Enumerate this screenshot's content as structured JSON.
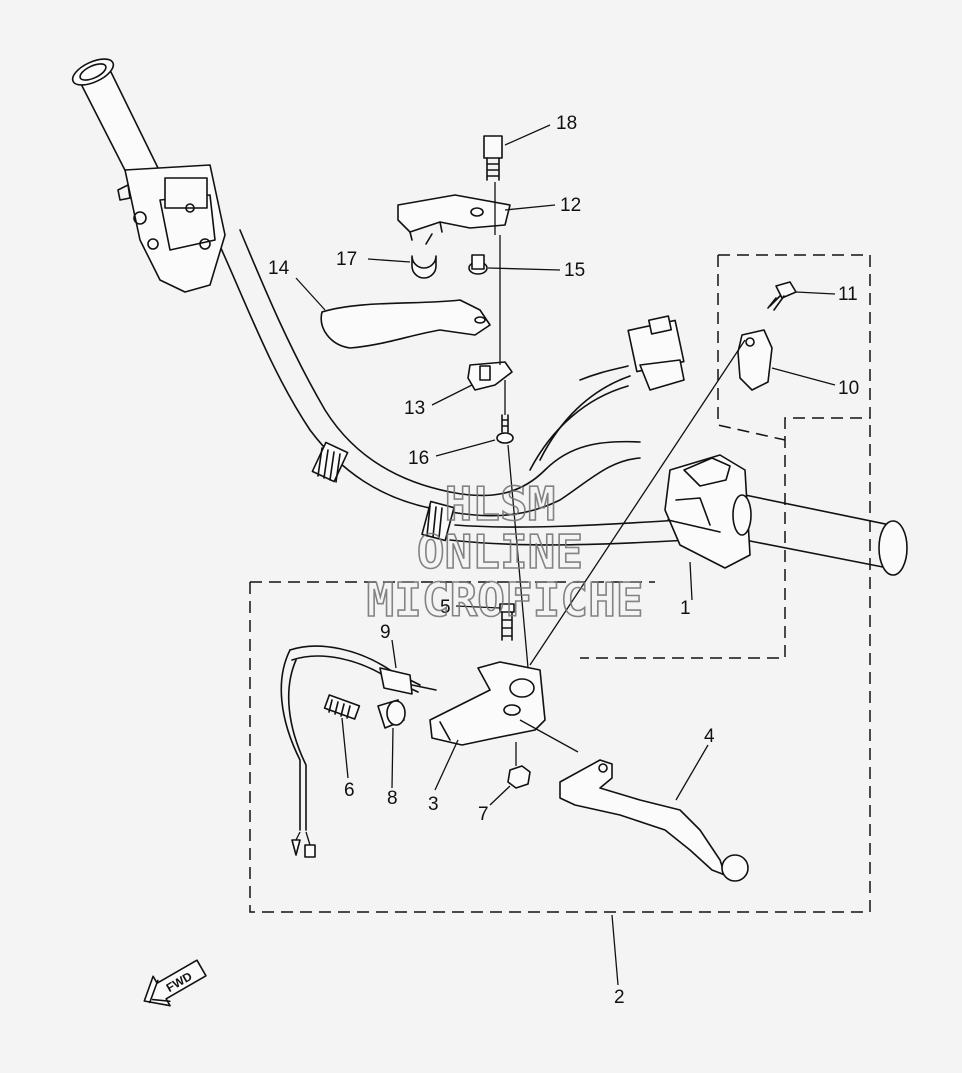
{
  "callouts": {
    "c1": "1",
    "c2": "2",
    "c3": "3",
    "c4": "4",
    "c5": "5",
    "c6": "6",
    "c7": "7",
    "c8": "8",
    "c9": "9",
    "c10": "10",
    "c11": "11",
    "c12": "12",
    "c13": "13",
    "c14": "14",
    "c15": "15",
    "c16": "16",
    "c17": "17",
    "c18": "18"
  },
  "watermark": {
    "line1": "HLSM",
    "line2": "ONLINE",
    "line3": "MICROFICHE"
  },
  "direction": {
    "label": "FWD"
  }
}
